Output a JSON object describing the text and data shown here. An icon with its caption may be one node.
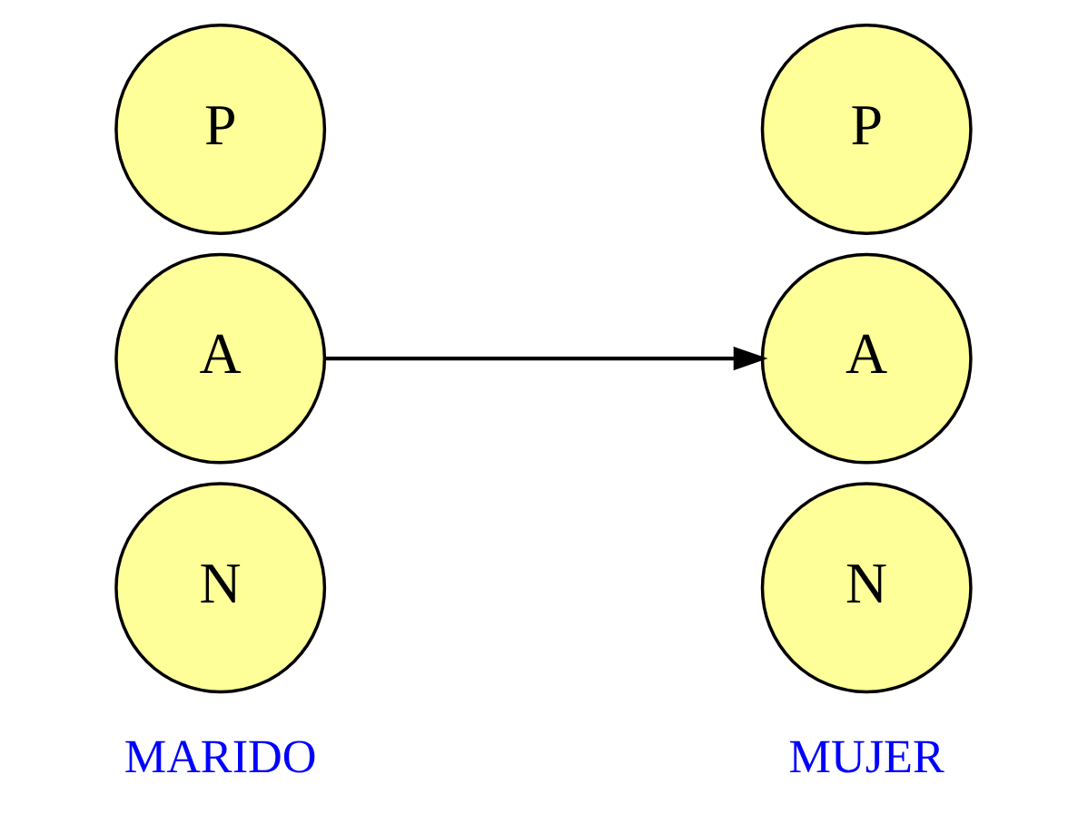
{
  "diagram": {
    "nodes": [
      {
        "text": [
          "P"
        ]
      },
      {
        "text": [
          "A"
        ]
      },
      {
        "text": [
          "N"
        ]
      },
      {
        "text": [
          "P"
        ]
      },
      {
        "text": [
          "A"
        ]
      },
      {
        "text": [
          "N"
        ]
      }
    ],
    "edges": [
      {
        "from": 1,
        "to": 4,
        "arrow": "to"
      }
    ],
    "labels": [
      "MARIDO",
      "MUJER"
    ]
  }
}
